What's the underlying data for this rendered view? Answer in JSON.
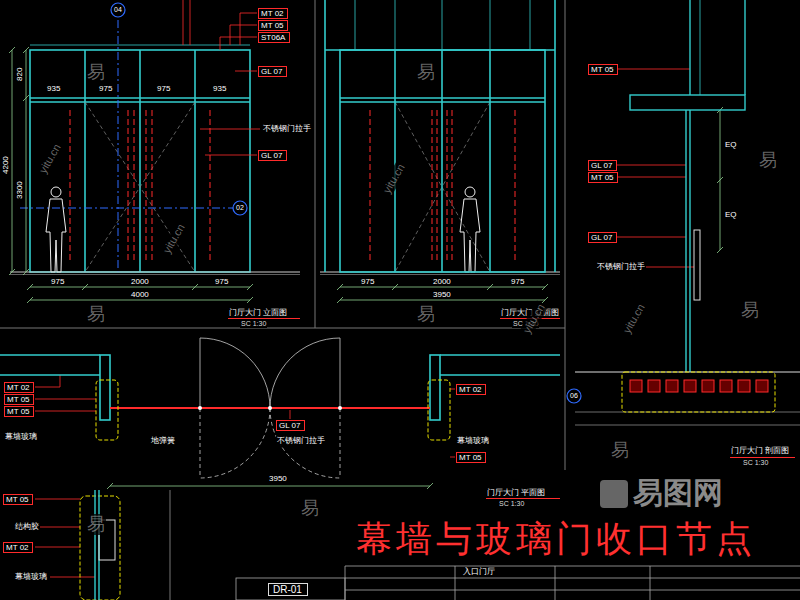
{
  "diagram": {
    "title": "幕墙与玻璃门收口节点",
    "nodes": [
      {
        "text": [
          "MT 02"
        ]
      },
      {
        "text": [
          "MT 05"
        ]
      },
      {
        "text": [
          "ST06A"
        ]
      },
      {
        "text": [
          "GL 07"
        ]
      },
      {
        "text": [
          "GL 07"
        ]
      },
      {
        "text": [
          "MT 05"
        ]
      },
      {
        "text": [
          "GL 07"
        ]
      },
      {
        "text": [
          "MT 05"
        ]
      },
      {
        "text": [
          "GL 07"
        ]
      },
      {
        "text": [
          "MT 02"
        ]
      },
      {
        "text": [
          "MT 05"
        ]
      },
      {
        "text": [
          "MT 05"
        ]
      },
      {
        "text": [
          "GL 07"
        ]
      },
      {
        "text": [
          "MT 02"
        ]
      },
      {
        "text": [
          "MT 05"
        ]
      },
      {
        "text": [
          "MT 05"
        ]
      },
      {
        "text": [
          "MT 02"
        ]
      },
      {
        "text": [
          "DR-01"
        ]
      },
      {
        "text": [
          "04"
        ]
      },
      {
        "text": [
          "02"
        ]
      },
      {
        "text": [
          "06"
        ]
      }
    ],
    "labels": [
      "4200",
      "3300",
      "820",
      "935",
      "975",
      "975",
      "935",
      "975",
      "2000",
      "975",
      "4000",
      "不锈钢门拉手",
      "门厅大门 立面图",
      "SC 1:30",
      "975",
      "2000",
      "975",
      "3950",
      "不锈钢门拉手",
      "门厅大门 立面图",
      "SC 1:30",
      "EQ",
      "EQ",
      "门厅大门 剖面图",
      "SC 1:30",
      "幕墙玻璃",
      "地弹簧",
      "不锈钢门拉手",
      "幕墙玻璃",
      "3950",
      "门厅大门 平面图",
      "SC 1:30",
      "结构胶",
      "幕墙玻璃",
      "入口门厅",
      "易",
      "易",
      "易",
      "易",
      "易",
      "易",
      "易",
      "易",
      "易",
      "yitu.cn",
      "yitu.cn",
      "yitu.cn",
      "yitu.cn",
      "yitu.cn",
      "易图网"
    ]
  }
}
